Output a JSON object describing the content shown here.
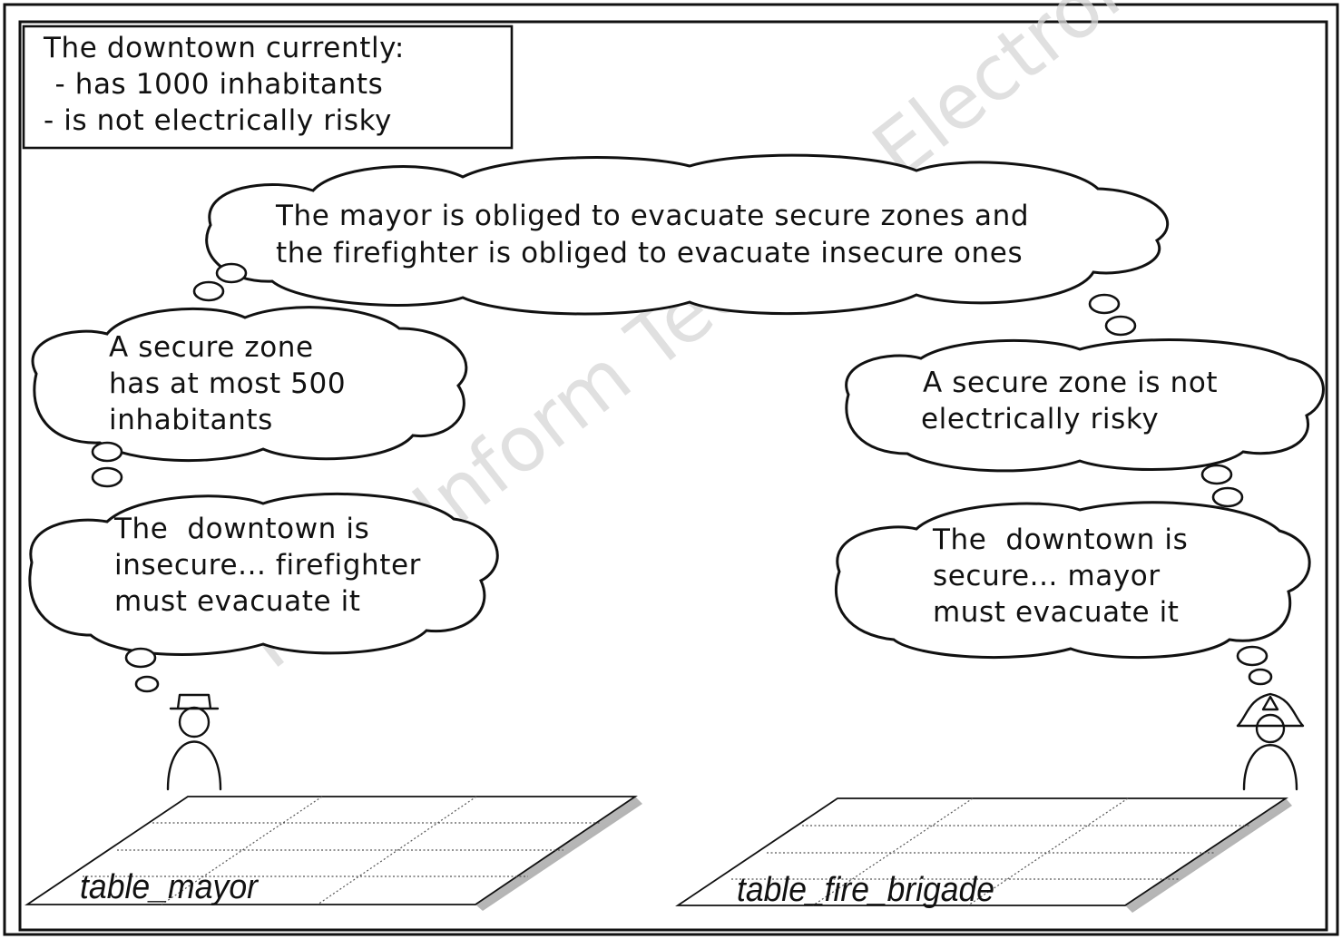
{
  "state_box": {
    "lines": [
      "The downtown currently:",
      " - has 1000 inhabitants",
      "- is not electrically risky"
    ]
  },
  "clouds": {
    "main": [
      "The mayor is obliged to evacuate secure zones and",
      "the firefighter is obliged to evacuate insecure ones"
    ],
    "mayor_rule": [
      "A secure zone",
      "has at most 500",
      "inhabitants"
    ],
    "mayor_conclusion": [
      "The  downtown is",
      "insecure... firefighter",
      "must evacuate it"
    ],
    "firefighter_rule": [
      "A secure zone is not",
      "electrically risky"
    ],
    "firefighter_conclusion": [
      "The  downtown is",
      "secure... mayor",
      "must evacuate it"
    ]
  },
  "tables": {
    "mayor_label": "table_mayor",
    "fire_label": "table_fire_brigade"
  },
  "watermark": "From Inform Technol Electron Eng"
}
